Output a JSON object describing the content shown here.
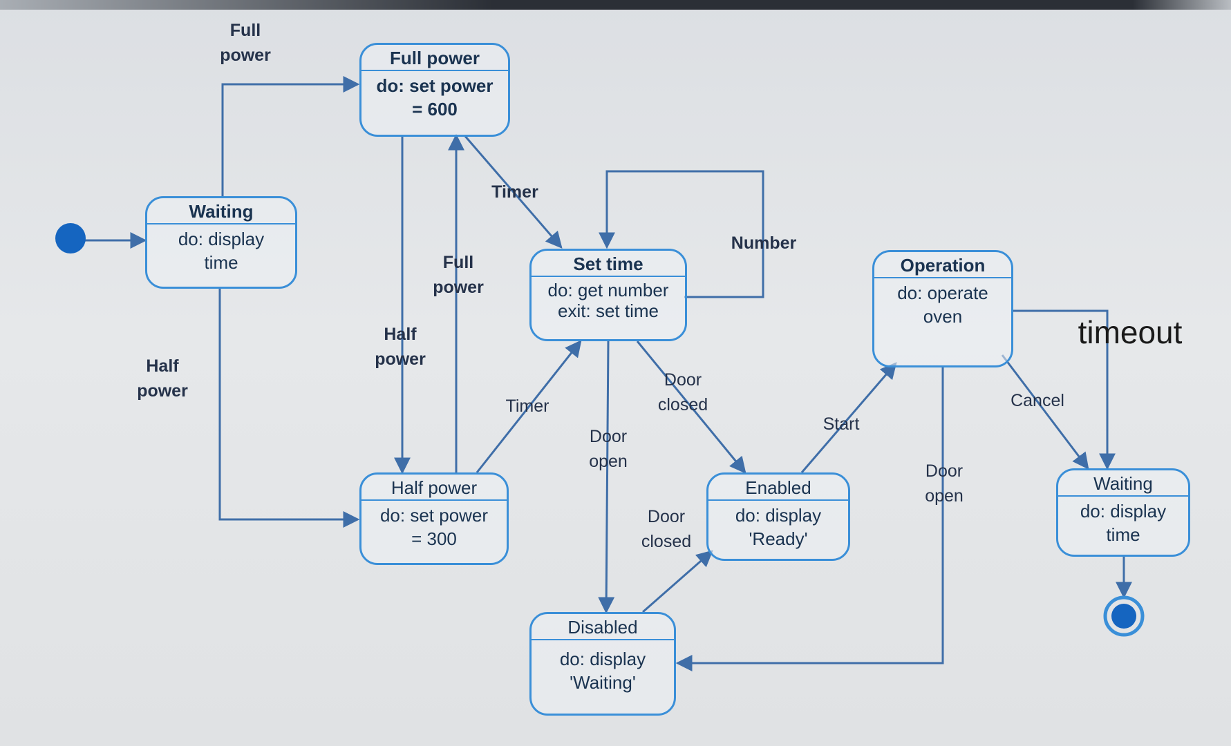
{
  "colors": {
    "state_border": "#3a8fd8",
    "wire": "#3f6ea8",
    "initial_dot": "#1565c0",
    "text": "#1a3350"
  },
  "states": {
    "waiting_left": {
      "name": "Waiting",
      "activity": "do: display\ntime"
    },
    "full_power": {
      "name": "Full power",
      "activity": "do: set power\n= 600"
    },
    "half_power": {
      "name": "Half power",
      "activity": "do: set power\n= 300"
    },
    "set_time": {
      "name": "Set time",
      "activity": "do: get number\nexit: set time"
    },
    "operation": {
      "name": "Operation",
      "activity": "do: operate\noven"
    },
    "enabled": {
      "name": "Enabled",
      "activity": "do: display\n'Ready'"
    },
    "disabled": {
      "name": "Disabled",
      "activity": "do: display\n'Waiting'"
    },
    "waiting_right": {
      "name": "Waiting",
      "activity": "do: display\ntime"
    }
  },
  "transitions": {
    "full_power_top": "Full\npower",
    "half_power_left": "Half\npower",
    "half_power_mid": "Half\npower",
    "full_power_mid": "Full\npower",
    "timer_top": "Timer",
    "timer_bottom": "Timer",
    "number": "Number",
    "door_open_mid": "Door\nopen",
    "door_closed_mid": "Door\nclosed",
    "door_closed_low": "Door\nclosed",
    "start": "Start",
    "door_open_right": "Door\nopen",
    "cancel": "Cancel",
    "timeout": "timeout"
  }
}
